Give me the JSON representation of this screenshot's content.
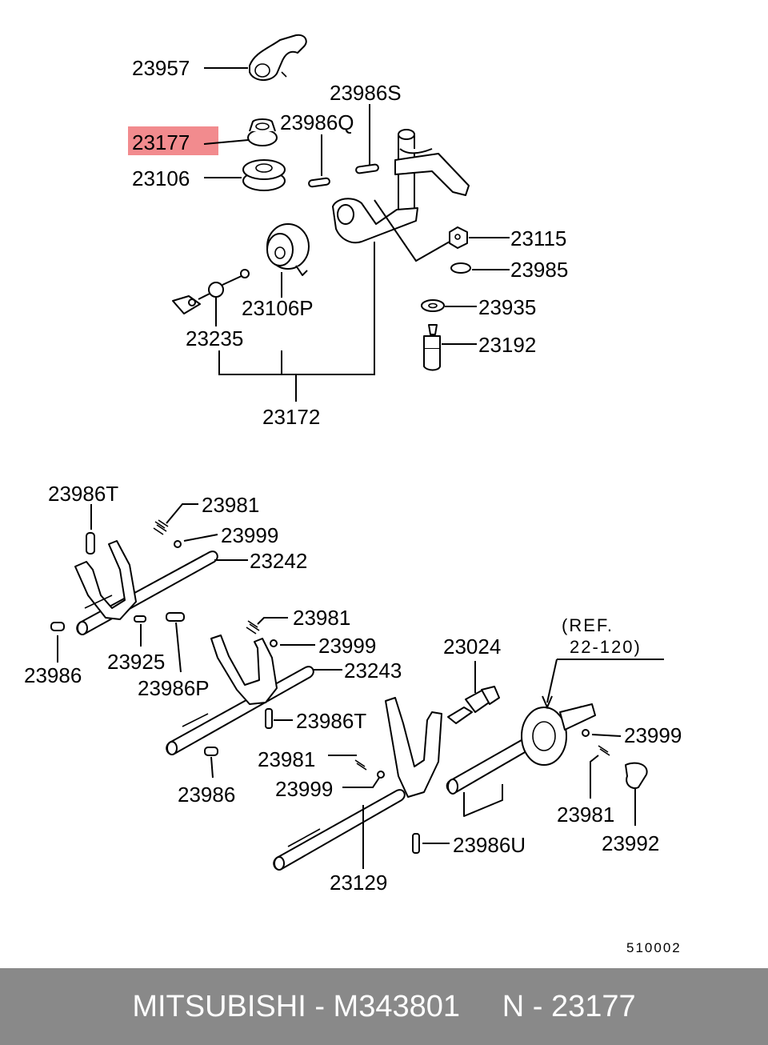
{
  "labels": {
    "p23957": "23957",
    "p23986S": "23986S",
    "p23986Q": "23986Q",
    "p23177": "23177",
    "p23106": "23106",
    "p23115": "23115",
    "p23985": "23985",
    "p23935": "23935",
    "p23192": "23192",
    "p23106P": "23106P",
    "p23235": "23235",
    "p23172": "23172",
    "p23986T_a": "23986T",
    "p23981_a": "23981",
    "p23999_a": "23999",
    "p23242": "23242",
    "p23986_a": "23986",
    "p23925": "23925",
    "p23986P": "23986P",
    "p23981_b": "23981",
    "p23999_b": "23999",
    "p23243": "23243",
    "p23024": "23024",
    "ref_line1": "(REF.",
    "ref_line2": "22-120)",
    "p23986T_b": "23986T",
    "p23999_c": "23999",
    "p23981_c": "23981",
    "p23999_d": "23999",
    "p23986_b": "23986",
    "p23981_d": "23981",
    "p23992": "23992",
    "p23986U": "23986U",
    "p23129": "23129",
    "diagram_code": "510002"
  },
  "highlight": {
    "part": "23177",
    "color": "#f28b8e"
  },
  "footer": {
    "brand_part": "MITSUBISHI - M343801",
    "oem": "N - 23177",
    "background": "#898989",
    "text_color": "#ffffff"
  }
}
